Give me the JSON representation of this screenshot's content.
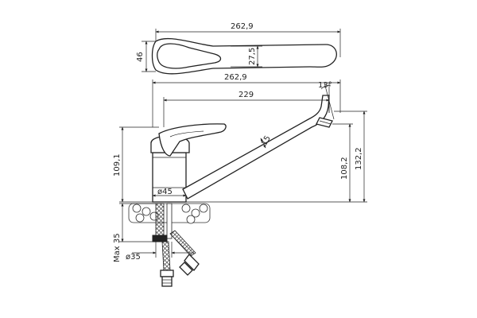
{
  "dimensions": {
    "top_view_length": "262,9",
    "top_view_width": "46",
    "top_view_handle_width": "27,5",
    "side_view_length": "262,9",
    "spout_reach": "229",
    "spout_angle": "13°",
    "spout_tube_thickness": "15",
    "body_height": "109,1",
    "spout_height": "108,2",
    "total_height": "132,2",
    "base_diameter": "ø45",
    "mount_hole_diameter": "ø35",
    "max_thickness": "Max 35"
  },
  "icons": {
    "drawing": "mixer-tap-technical-drawing",
    "base_nut": "knurled-mounting-nut",
    "hoses": "braided-supply-hoses"
  }
}
